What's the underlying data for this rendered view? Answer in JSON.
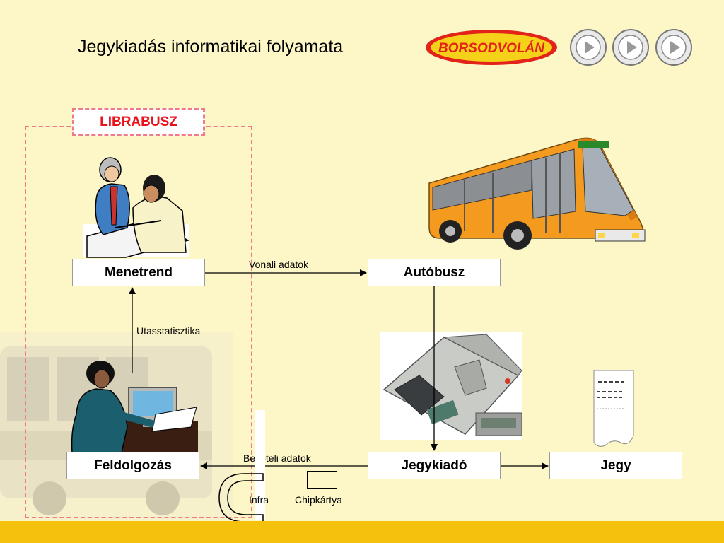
{
  "title": "Jegykiadás informatikai folyamata",
  "logo_text": "BORSODVOLÁN",
  "group_label": "LIBRABUSZ",
  "nodes": {
    "menetrend": "Menetrend",
    "autobusz": "Autóbusz",
    "feldolgozas": "Feldolgozás",
    "jegykiado": "Jegykiadó",
    "jegy": "Jegy"
  },
  "edges": {
    "vonali_adatok": "Vonali adatok",
    "utasstatisztika": "Utasstatisztika",
    "beveteli_adatok": "Bevételi adatok"
  },
  "media": {
    "infra": "Infra",
    "chipkartya": "Chipkártya"
  },
  "colors": {
    "background": "#fdf7c7",
    "footer": "#f4c20d",
    "group_border": "#f07a86",
    "group_label": "#e8131d",
    "logo_red": "#e32219",
    "bus_orange": "#f39a1f"
  }
}
